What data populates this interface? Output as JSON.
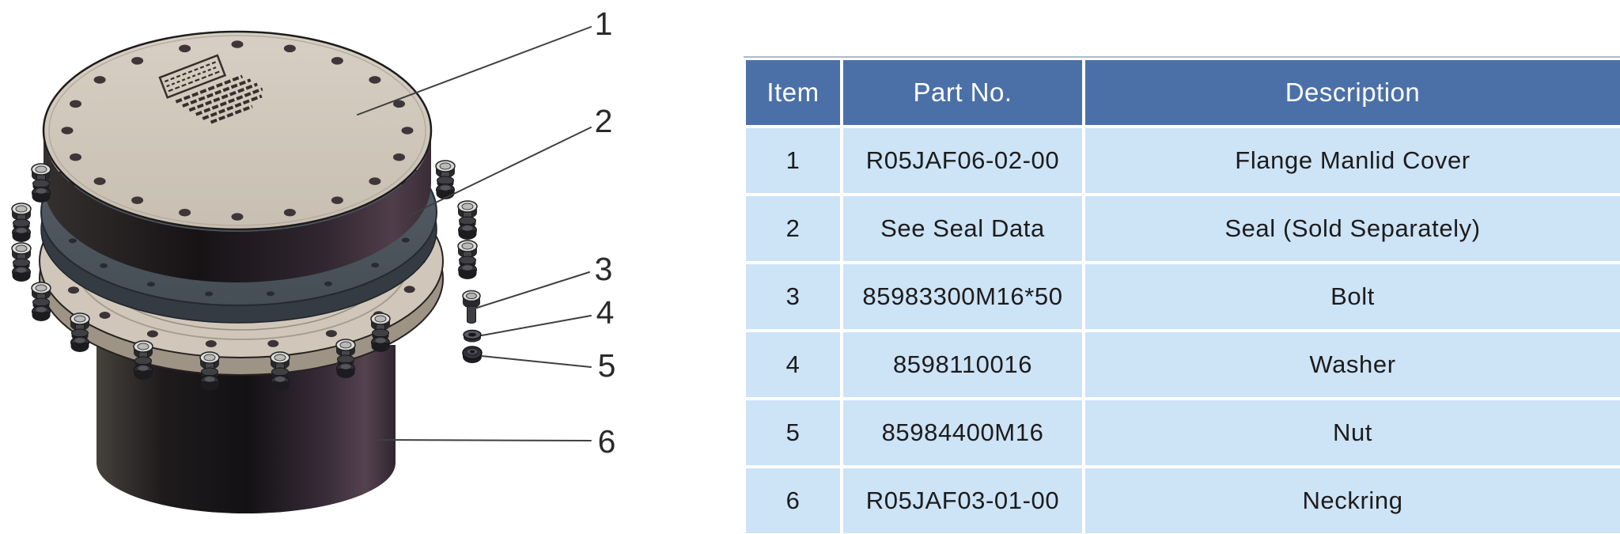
{
  "diagram": {
    "callouts": [
      {
        "number": "1"
      },
      {
        "number": "2"
      },
      {
        "number": "3"
      },
      {
        "number": "4"
      },
      {
        "number": "5"
      },
      {
        "number": "6"
      }
    ]
  },
  "table": {
    "columns": [
      "Item",
      "Part No.",
      "Description"
    ],
    "rows": [
      {
        "item": "1",
        "part_no": "R05JAF06-02-00",
        "description": "Flange Manlid Cover"
      },
      {
        "item": "2",
        "part_no": "See Seal Data",
        "description": "Seal (Sold Separately)"
      },
      {
        "item": "3",
        "part_no": "85983300M16*50",
        "description": "Bolt"
      },
      {
        "item": "4",
        "part_no": "8598110016",
        "description": "Washer"
      },
      {
        "item": "5",
        "part_no": "85984400M16",
        "description": "Nut"
      },
      {
        "item": "6",
        "part_no": "R05JAF03-01-00",
        "description": "Neckring"
      }
    ]
  },
  "colors": {
    "header_bg": "#4b70a8",
    "header_text": "#ffffff",
    "row_bg": "#cde3f6",
    "row_text": "#1c1c1c",
    "cover_beige": "#d1c8bb",
    "seal_gray": "#4e565f",
    "leader": "#3f3f3f"
  }
}
